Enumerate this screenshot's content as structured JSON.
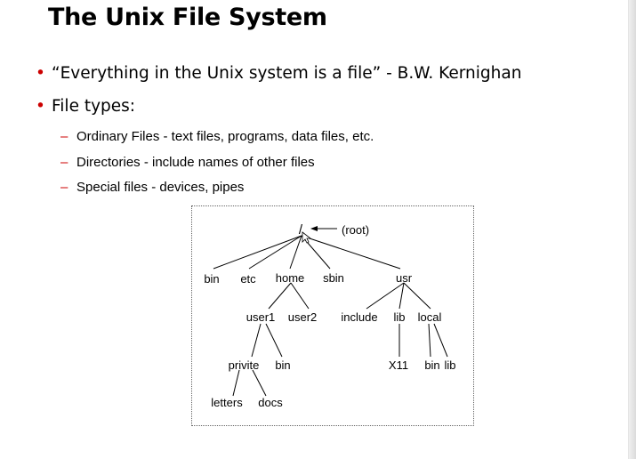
{
  "title": "The Unix File System",
  "bullets": [
    "“Everything in the Unix system is a file” - B.W. Kernighan",
    "File types:"
  ],
  "subitems": [
    "Ordinary Files - text files, programs, data files, etc.",
    "Directories - include names of other files",
    "Special files - devices, pipes"
  ],
  "tree": {
    "root": "/",
    "root_note": "(root)",
    "level1": [
      "bin",
      "etc",
      "home",
      "sbin",
      "usr"
    ],
    "home_children": [
      "user1",
      "user2"
    ],
    "usr_children": [
      "include",
      "lib",
      "local"
    ],
    "user1_children": [
      "privite",
      "bin"
    ],
    "lib_children": [
      "X11"
    ],
    "local_children": [
      "bin",
      "lib"
    ],
    "privite_children": [
      "letters",
      "docs"
    ]
  },
  "colors": {
    "bullet": "#cc0000",
    "text": "#000000"
  }
}
